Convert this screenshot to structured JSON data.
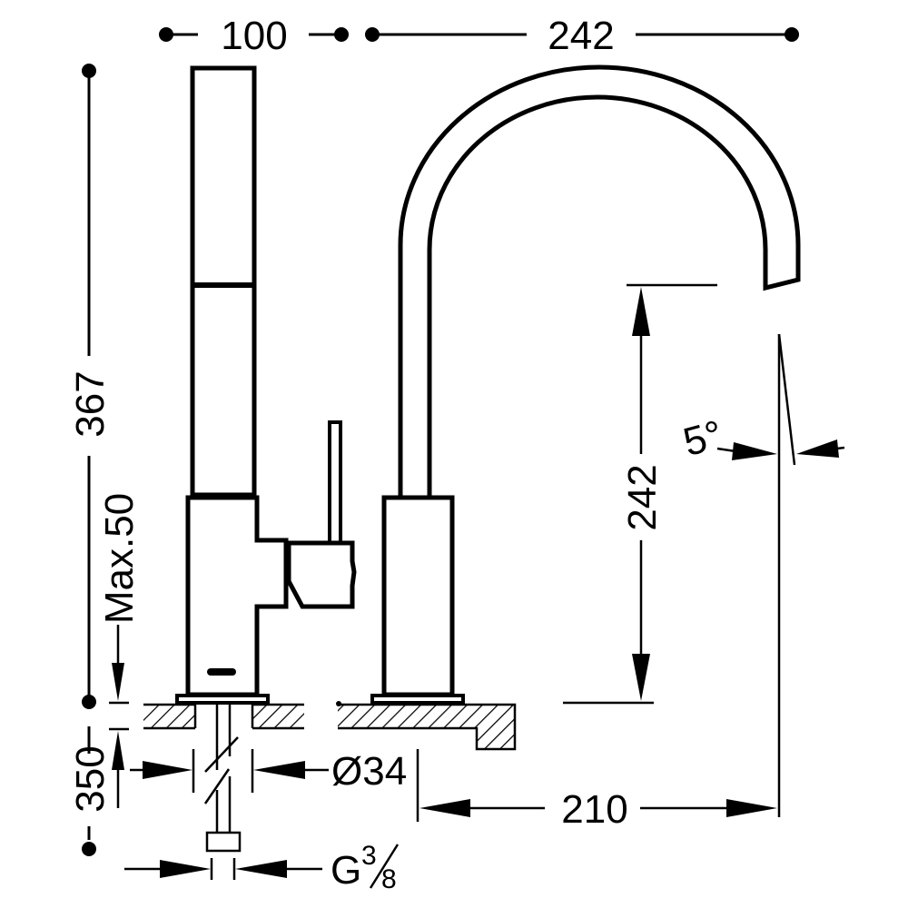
{
  "dimensions": {
    "handle_width": "100",
    "spout_reach_top": "242",
    "total_height": "367",
    "max_thickness": "Max.50",
    "hose_length": "350",
    "hole_diameter": "Ø34",
    "spout_height": "242",
    "angle": "5°",
    "spout_reach": "210",
    "thread_main": "G",
    "thread_num": "3",
    "thread_den": "8"
  },
  "colors": {
    "line": "#000000",
    "background": "#ffffff"
  }
}
